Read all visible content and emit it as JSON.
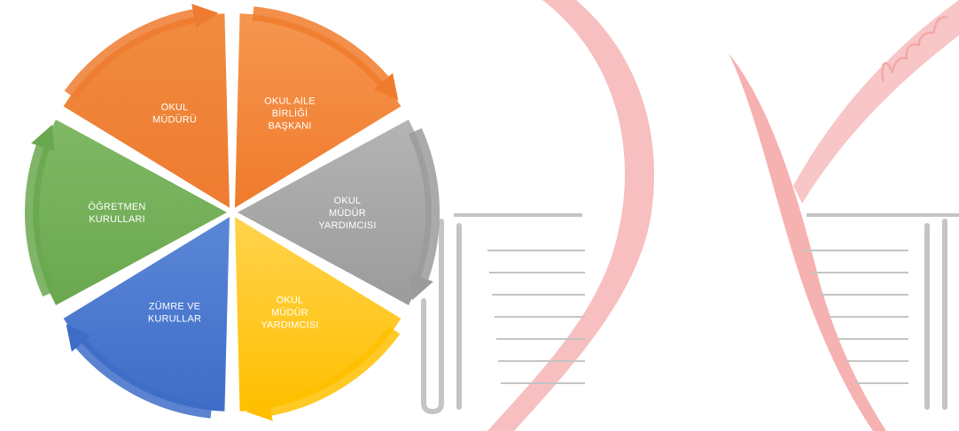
{
  "diagram": {
    "segments": [
      {
        "id": "okul-muduru",
        "lines": [
          "OKUL",
          "MÜDÜRÜ"
        ],
        "color": "#ee7b30",
        "gradient_end": "#f08c3f"
      },
      {
        "id": "okul-aile-birligi-baskani",
        "lines": [
          "OKUL AİLE",
          "BİRLİĞİ",
          "BAŞKANI"
        ],
        "color": "#f07b2c",
        "gradient_end": "#f5964f"
      },
      {
        "id": "okul-mudur-yardimcisi-1",
        "lines": [
          "OKUL",
          "MÜDÜR",
          "YARDIMCISI"
        ],
        "color": "#9b9b9b",
        "gradient_end": "#b4b4b4"
      },
      {
        "id": "okul-mudur-yardimcisi-2",
        "lines": [
          "OKUL",
          "MÜDÜR",
          "YARDIMCISI"
        ],
        "color": "#ffbf00",
        "gradient_end": "#ffd34d"
      },
      {
        "id": "zumre-ve-kurullar",
        "lines": [
          "ZÜMRE VE",
          "KURULLAR"
        ],
        "color": "#3e6dc8",
        "gradient_end": "#5b87d6"
      },
      {
        "id": "ogretmen-kurullari",
        "lines": [
          "ÖĞRETMEN",
          "KURULLARI"
        ],
        "color": "#6aa84f",
        "gradient_end": "#80b865"
      }
    ]
  },
  "background": {
    "accent_color": "#f5a3a3",
    "book_color": "#bdbdbd",
    "signature_text": "K. Atatürk"
  }
}
